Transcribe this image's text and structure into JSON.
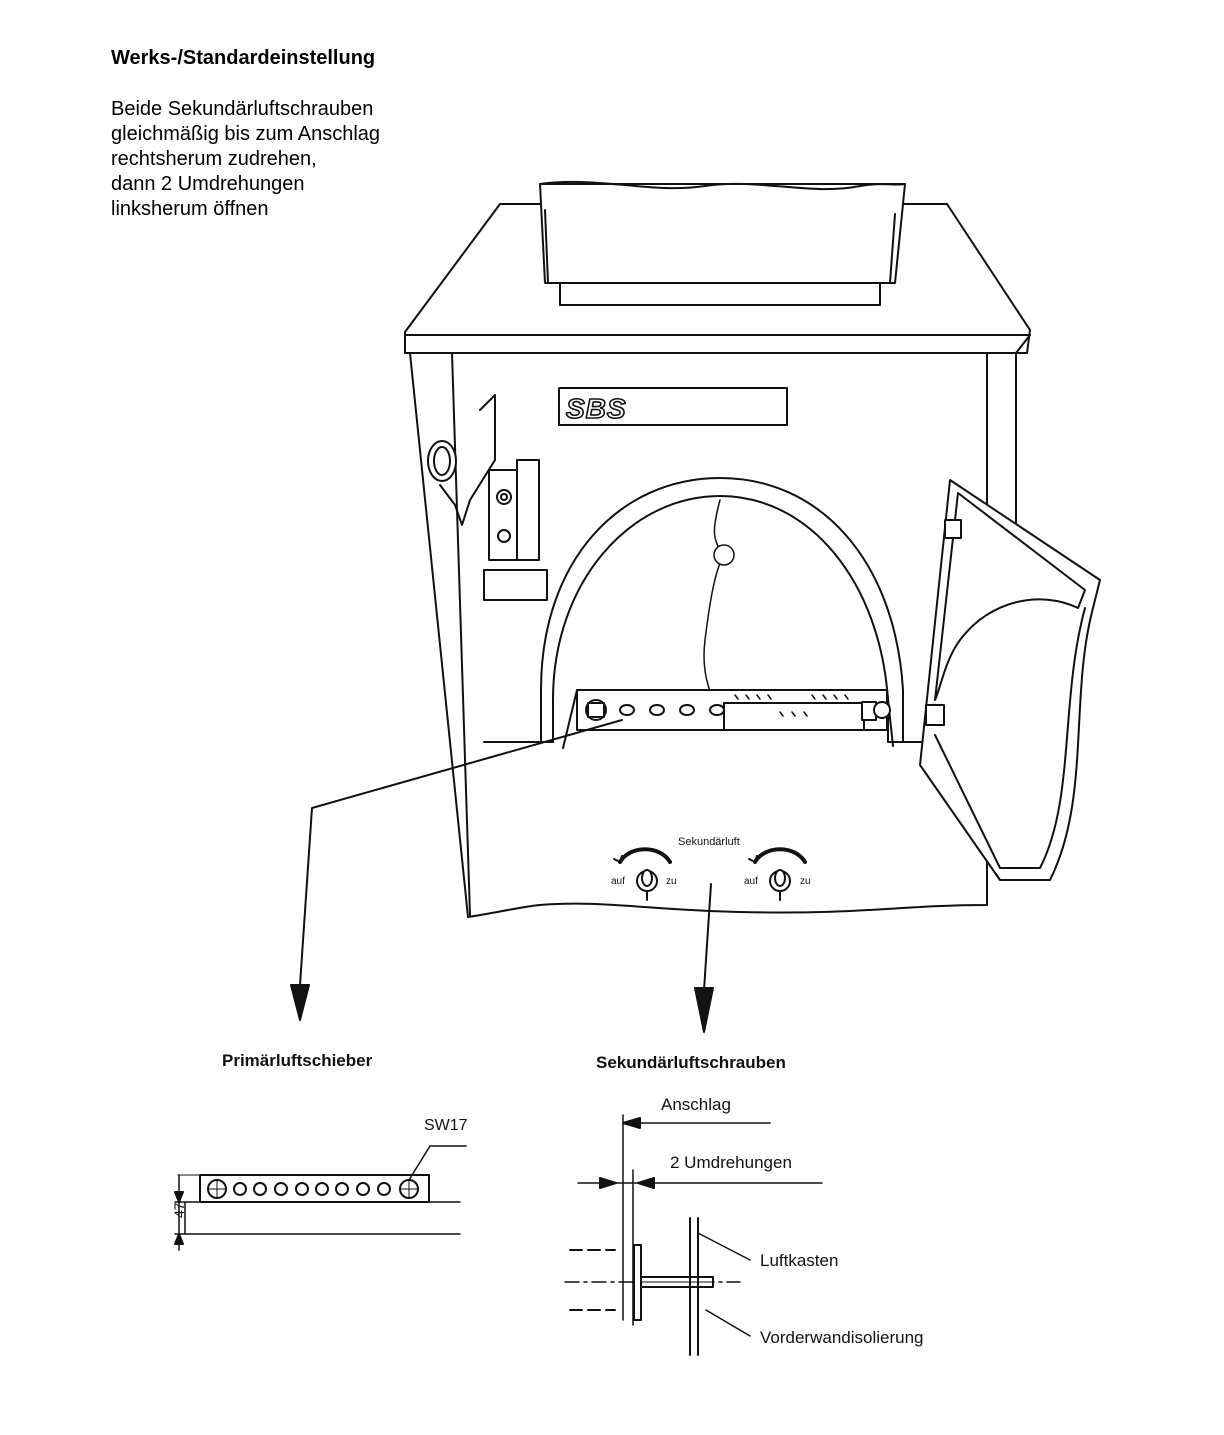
{
  "heading": "Werks-/Standardeinstellung",
  "instructions": [
    "Beide Sekundärluftschrauben",
    "gleichmäßig bis zum Anschlag",
    "rechtsherum zudrehen,",
    "dann 2 Umdrehungen",
    "linksherum öffnen"
  ],
  "stove": {
    "brand_logo": "SBS",
    "knob_panel_label": "Sekundärluft",
    "knob_open_label": "auf",
    "knob_close_label": "zu"
  },
  "primary_detail": {
    "title": "Primärluftschieber",
    "wrench_size": "SW17",
    "dimension": "47"
  },
  "secondary_detail": {
    "title": "Sekundärluftschrauben",
    "stop_label": "Anschlag",
    "turns_label": "2 Umdrehungen",
    "air_box_label": "Luftkasten",
    "insulation_label": "Vorderwandisolierung"
  }
}
